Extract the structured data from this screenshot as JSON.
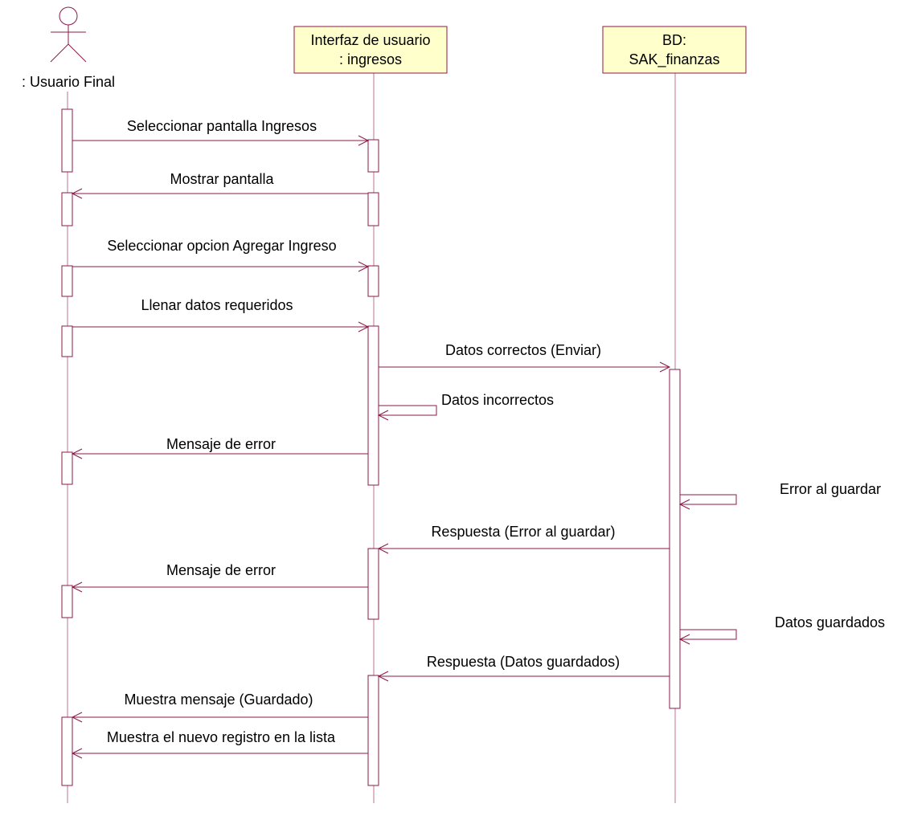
{
  "colors": {
    "line": "#8B1A4A",
    "box_fill": "#FFFFCC",
    "box_stroke": "#8B1A4A",
    "text": "#000000"
  },
  "actor": {
    "name": ": Usuario Final"
  },
  "lifelines": [
    {
      "id": "ui",
      "line1": "Interfaz de usuario",
      "line2": ": ingresos"
    },
    {
      "id": "db",
      "line1": "BD:",
      "line2": "SAK_finanzas"
    }
  ],
  "messages": [
    {
      "label": "Seleccionar pantalla Ingresos",
      "from": "user",
      "to": "ui"
    },
    {
      "label": "Mostrar pantalla",
      "from": "ui",
      "to": "user"
    },
    {
      "label": "Seleccionar opcion Agregar Ingreso",
      "from": "user",
      "to": "ui"
    },
    {
      "label": "Llenar datos requeridos",
      "from": "user",
      "to": "ui"
    },
    {
      "label": "Datos correctos (Enviar)",
      "from": "ui",
      "to": "db"
    },
    {
      "label": "Datos incorrectos",
      "from": "ui",
      "to": "ui"
    },
    {
      "label": "Mensaje de error",
      "from": "ui",
      "to": "user"
    },
    {
      "label": "Error al guardar",
      "from": "db",
      "to": "db"
    },
    {
      "label": "Respuesta (Error al guardar)",
      "from": "db",
      "to": "ui"
    },
    {
      "label": "Mensaje de error",
      "from": "ui",
      "to": "user"
    },
    {
      "label": "Datos guardados",
      "from": "db",
      "to": "db"
    },
    {
      "label": "Respuesta (Datos guardados)",
      "from": "db",
      "to": "ui"
    },
    {
      "label": "Muestra mensaje (Guardado)",
      "from": "ui",
      "to": "user"
    },
    {
      "label": "Muestra el nuevo registro en la lista",
      "from": "ui",
      "to": "user"
    }
  ]
}
